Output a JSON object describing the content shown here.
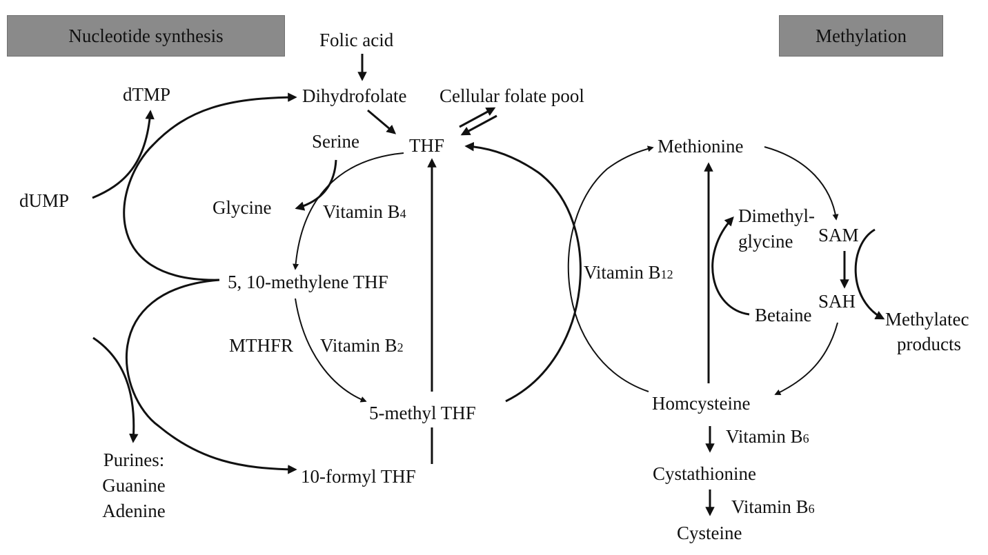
{
  "headers": {
    "left": "Nucleotide synthesis",
    "right": "Methylation"
  },
  "folate": {
    "folic_acid": "Folic acid",
    "dihydrofolate": "Dihydrofolate",
    "pool": "Cellular folate pool",
    "thf": "THF",
    "serine": "Serine",
    "glycine": "Glycine",
    "methylene_thf": "5, 10-methylene THF",
    "mthfr": "MTHFR",
    "methyl_thf": "5-methyl THF",
    "formyl_thf": "10-formyl THF",
    "vit_b4": {
      "main": "Vitamin B",
      "sub": "4"
    },
    "vit_b2": {
      "main": "Vitamin B",
      "sub": "2"
    }
  },
  "nucleotide": {
    "dtmp": "dTMP",
    "dump": "dUMP",
    "purines": "Purines:",
    "guanine": "Guanine",
    "adenine": "Adenine"
  },
  "methylation": {
    "methionine": "Methionine",
    "vit_b12": {
      "main": "Vitamin B",
      "sub": "12"
    },
    "dimethyl": "Dimethyl-",
    "glycine2": "glycine",
    "sam": "SAM",
    "sah": "SAH",
    "betaine": "Betaine",
    "methylated": "Methylatec",
    "products": "products",
    "homocysteine": "Homcysteine",
    "vit_b6_a": {
      "main": "Vitamin B",
      "sub": "6"
    },
    "cystathionine": "Cystathionine",
    "vit_b6_b": {
      "main": "Vitamin B",
      "sub": "6"
    },
    "cysteine": "Cysteine"
  }
}
